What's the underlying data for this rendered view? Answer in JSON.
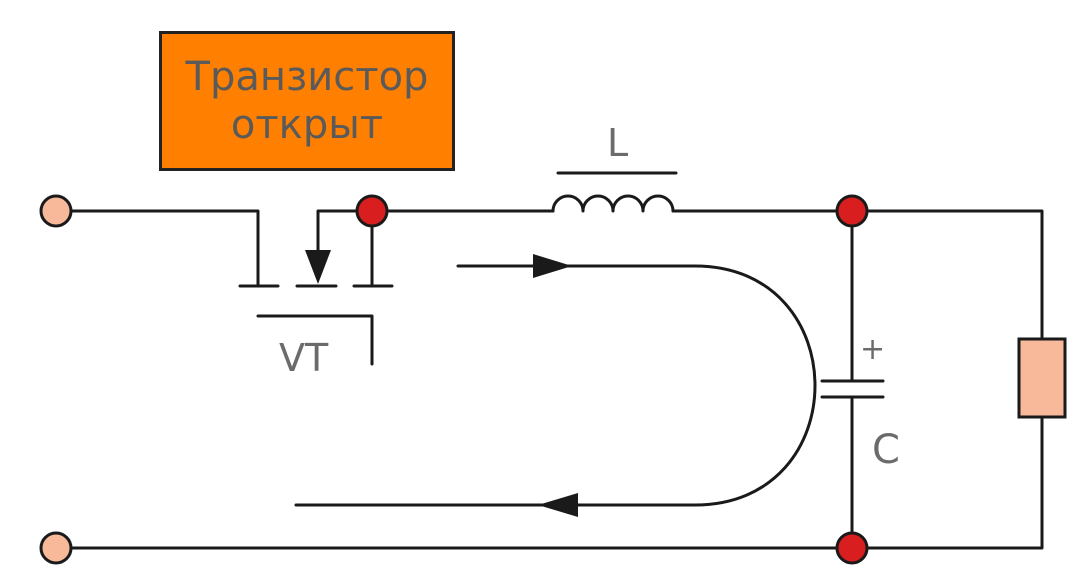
{
  "status": {
    "text": "Транзистор открыт",
    "fill_color": "#ff8000"
  },
  "labels": {
    "inductor": "L",
    "transistor": "VT",
    "capacitor": "C",
    "capacitor_polarity": "+"
  },
  "colors": {
    "wire": "#1a1a1a",
    "input_terminal": "#f7b99a",
    "node": "#d81e1e",
    "load_resistor": "#f7b99a",
    "label_text": "#6b6b6b"
  }
}
